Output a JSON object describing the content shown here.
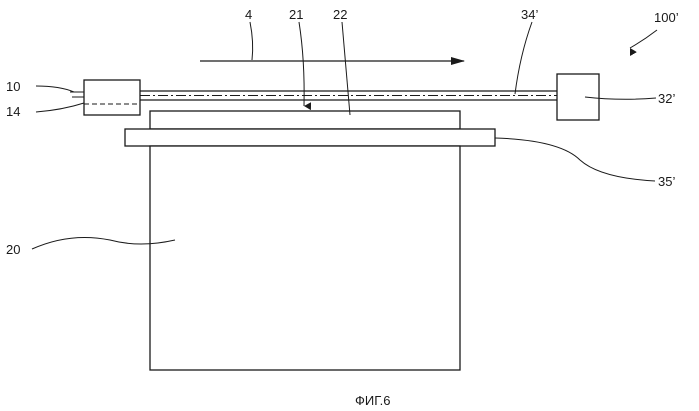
{
  "labels": {
    "arrow": "4",
    "l21": "21",
    "l22": "22",
    "l34": "34’",
    "l100": "100’",
    "l10": "10",
    "l14": "14",
    "l32": "32’",
    "l35": "35’",
    "l20": "20"
  },
  "caption": "ФИГ.6"
}
